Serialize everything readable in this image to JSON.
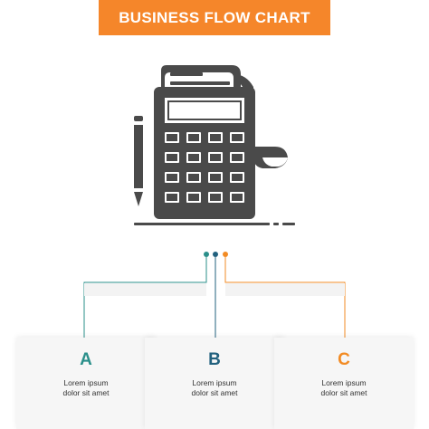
{
  "header": {
    "title": "BUSINESS FLOW CHART"
  },
  "colors": {
    "banner": "#f5862a",
    "icon": "#4a4a4a",
    "teal": "#2a8f8a",
    "blue": "#22617e",
    "orange": "#f28b24"
  },
  "illustration": {
    "icon": "calculator-with-receipt-and-pencil-icon"
  },
  "steps": [
    {
      "letter": "A",
      "line1": "Lorem ipsum",
      "line2": "dolor sit amet",
      "color": "teal"
    },
    {
      "letter": "B",
      "line1": "Lorem ipsum",
      "line2": "dolor sit amet",
      "color": "blue"
    },
    {
      "letter": "C",
      "line1": "Lorem ipsum",
      "line2": "dolor sit amet",
      "color": "orange"
    }
  ]
}
